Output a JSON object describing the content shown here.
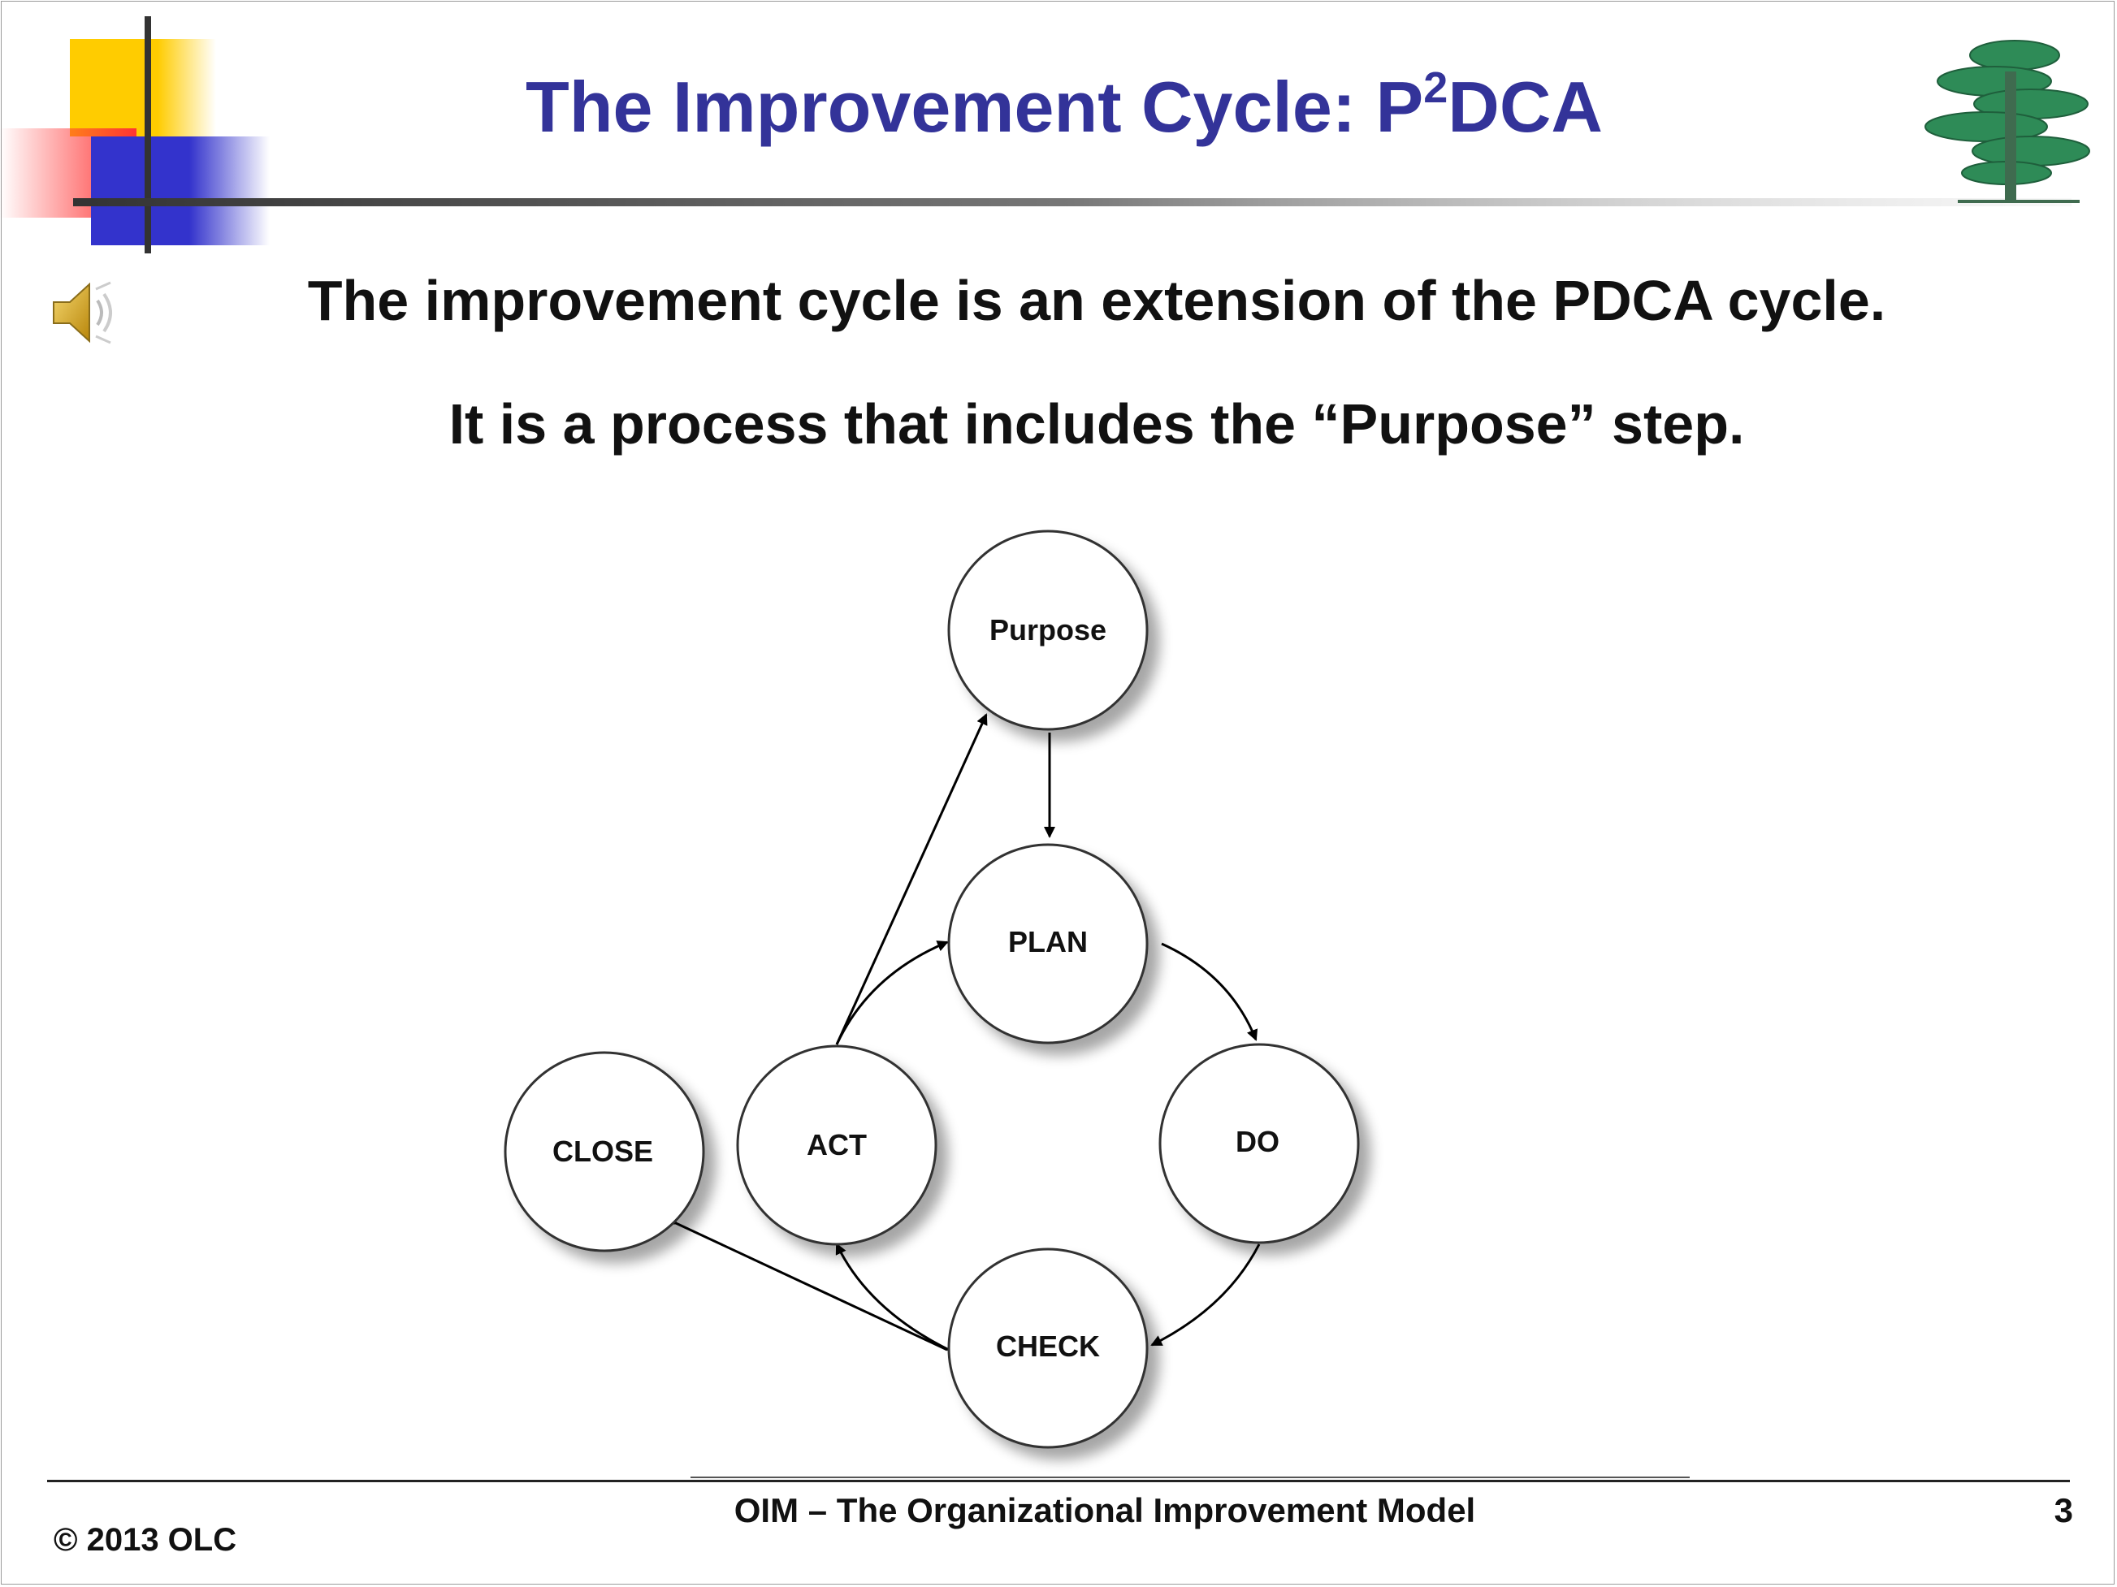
{
  "header": {
    "title_main": "The Improvement Cycle: P",
    "title_sup": "2",
    "title_end": "DCA"
  },
  "body": {
    "line1": "The improvement cycle is an extension of the PDCA cycle.",
    "line2": "It is a process that includes the “Purpose” step."
  },
  "diagram": {
    "nodes": {
      "purpose": "Purpose",
      "plan": "PLAN",
      "do": "DO",
      "check": "CHECK",
      "act": "ACT",
      "close": "CLOSE"
    }
  },
  "footer": {
    "copyright": "© 2013 OLC",
    "title": "OIM – The Organizational Improvement Model",
    "page": "3"
  },
  "colors": {
    "title": "#333399",
    "deco_yellow": "#ffcc00",
    "deco_red": "#ff3333",
    "deco_blue": "#3333cc",
    "tree_green": "#2e8b57"
  },
  "icons": [
    "speaker-icon",
    "tree-logo"
  ]
}
